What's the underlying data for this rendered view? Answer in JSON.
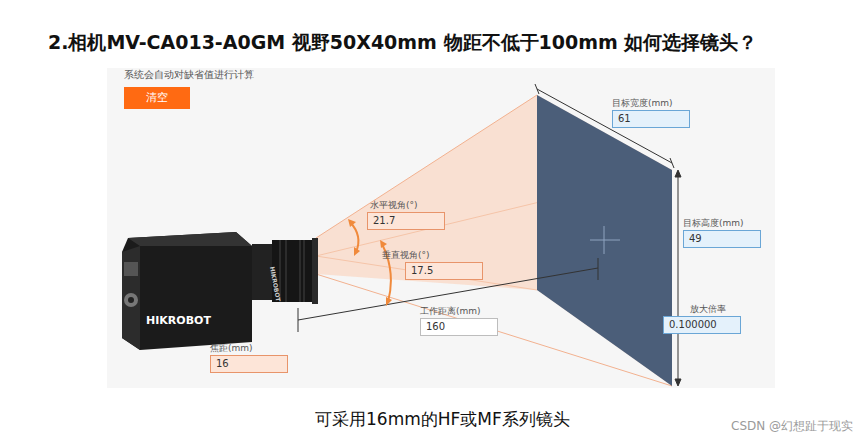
{
  "diagram": {
    "title": "2.相机MV-CA013-A0GM 视野50X40mm 物距不低于100mm 如何选择镜头？",
    "caption": "可采用16mm的HF或MF系列镜头",
    "nodes": [
      {
        "text": [
          "清空"
        ]
      },
      {
        "text": [
          "目标宽度(mm)",
          "61"
        ]
      },
      {
        "text": [
          "水平视角(°)",
          "21.7"
        ]
      },
      {
        "text": [
          "目标高度(mm)",
          "49"
        ]
      },
      {
        "text": [
          "垂直视角(°)",
          "17.5"
        ]
      },
      {
        "text": [
          "工作距离(mm)",
          "160"
        ]
      },
      {
        "text": [
          "放大倍率",
          "0.100000"
        ]
      },
      {
        "text": [
          "焦距(mm)",
          "16"
        ]
      }
    ],
    "labels": [
      "系统会自动对缺省值进行计算",
      "HIKROBOT",
      "HIKROBOT",
      "CSDN @幻想趾于现实"
    ]
  }
}
